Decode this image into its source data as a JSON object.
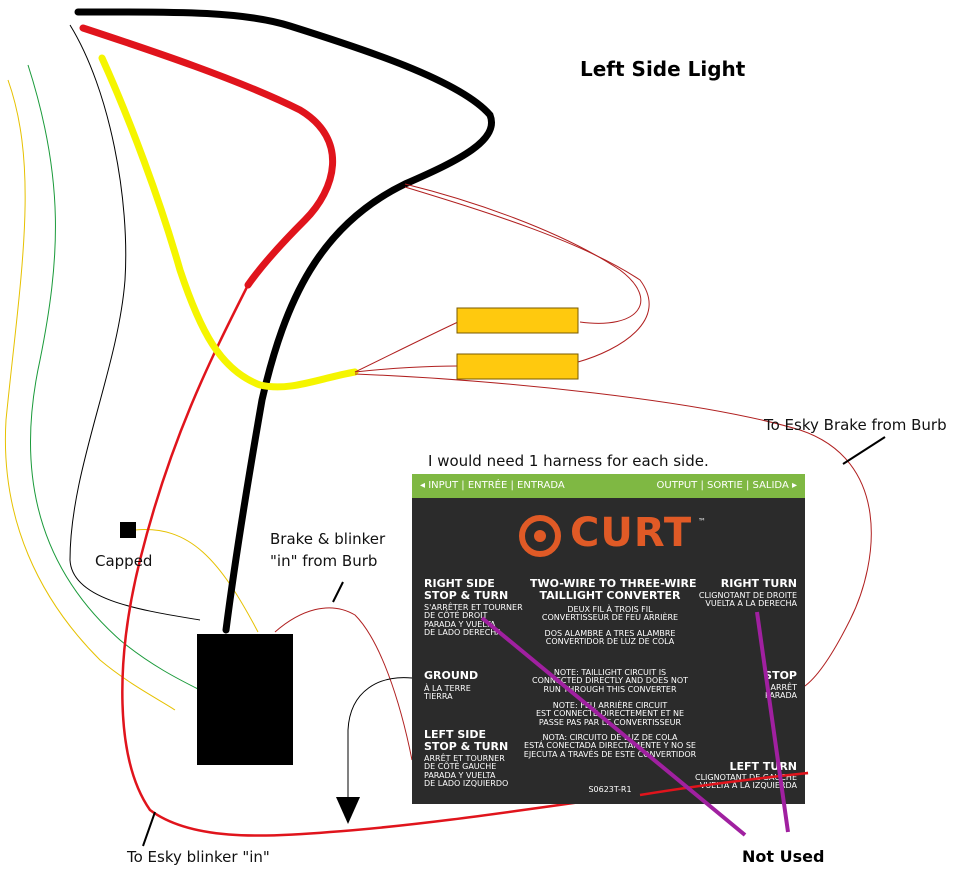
{
  "title": "Left Side Light",
  "labels": {
    "capped": "Capped",
    "brake_blinker_line1": "Brake & blinker",
    "brake_blinker_line2": "\"in\" from Burb",
    "harness_note": "I would need 1 harness for each side.",
    "to_esky_brake": "To Esky Brake from Burb",
    "to_esky_blinker": "To Esky blinker \"in\"",
    "not_used": "Not Used"
  },
  "curt_label": {
    "input_bar": "◂ INPUT | ENTRÉE | ENTRADA",
    "output_bar": "OUTPUT | SORTIE | SALIDA ▸",
    "brand": "CURT",
    "trademark": "™",
    "left_blocks": [
      {
        "head": "RIGHT SIDE\nSTOP & TURN",
        "sub": "S'ARRÊTER ET TOURNER\nDE CÔTÉ DROIT\nPARADA Y VUELTA\nDE LADO DERECHA"
      },
      {
        "head": "GROUND",
        "sub": "À LA TERRE\nTIERRA"
      },
      {
        "head": "LEFT SIDE\nSTOP & TURN",
        "sub": "ARRÊT ET TOURNER\nDE CÔTÉ GAUCHE\nPARADA Y VUELTA\nDE LADO IZQUIERDO"
      }
    ],
    "center_head": "TWO-WIRE TO THREE-WIRE\nTAILLIGHT CONVERTER",
    "center_sub1": "DEUX FIL À TROIS FIL\nCONVERTISSEUR DE FEU ARRIÈRE",
    "center_sub2": "DOS ALAMBRE A TRES ALAMBRE\nCONVERTIDOR DE LUZ DE COLA",
    "note1": "NOTE: TAILLIGHT CIRCUIT IS\nCONNECTED DIRECTLY AND DOES NOT\nRUN THROUGH THIS CONVERTER",
    "note2": "NOTE: FEU ARRIÈRE CIRCUIT\nEST CONNECTÉ DIRECTEMENT ET NE\nPASSE PAS PAR LE CONVERTISSEUR",
    "note3": "NOTA: CIRCUITO DE LUZ DE COLA\nESTÁ CONECTADA DIRECTAMENTE Y NO SE\nEJECUTA A TRAVÉS DE ESTE CONVERTIDOR",
    "part_no": "S0623T-R1",
    "right_blocks": [
      {
        "head": "RIGHT TURN",
        "sub": "CLIGNOTANT DE DROITE\nVUELTA A LA DERECHA"
      },
      {
        "head": "STOP",
        "sub": "ARRÊT\nPARADA"
      },
      {
        "head": "LEFT TURN",
        "sub": "CLIGNOTANT DE GAUCHE\nVUELTA A LA IZQUIERDA"
      }
    ]
  },
  "colors": {
    "black_wire": "#000000",
    "red_wire": "#e0141c",
    "yellow_wire": "#f5f500",
    "green_wire": "#1a9a3a",
    "amber_box": "#ffc90e",
    "purple_marker": "#a020a0",
    "curt_bg": "#2b2b2b",
    "curt_green": "#7fb843",
    "curt_orange": "#e05a26"
  }
}
